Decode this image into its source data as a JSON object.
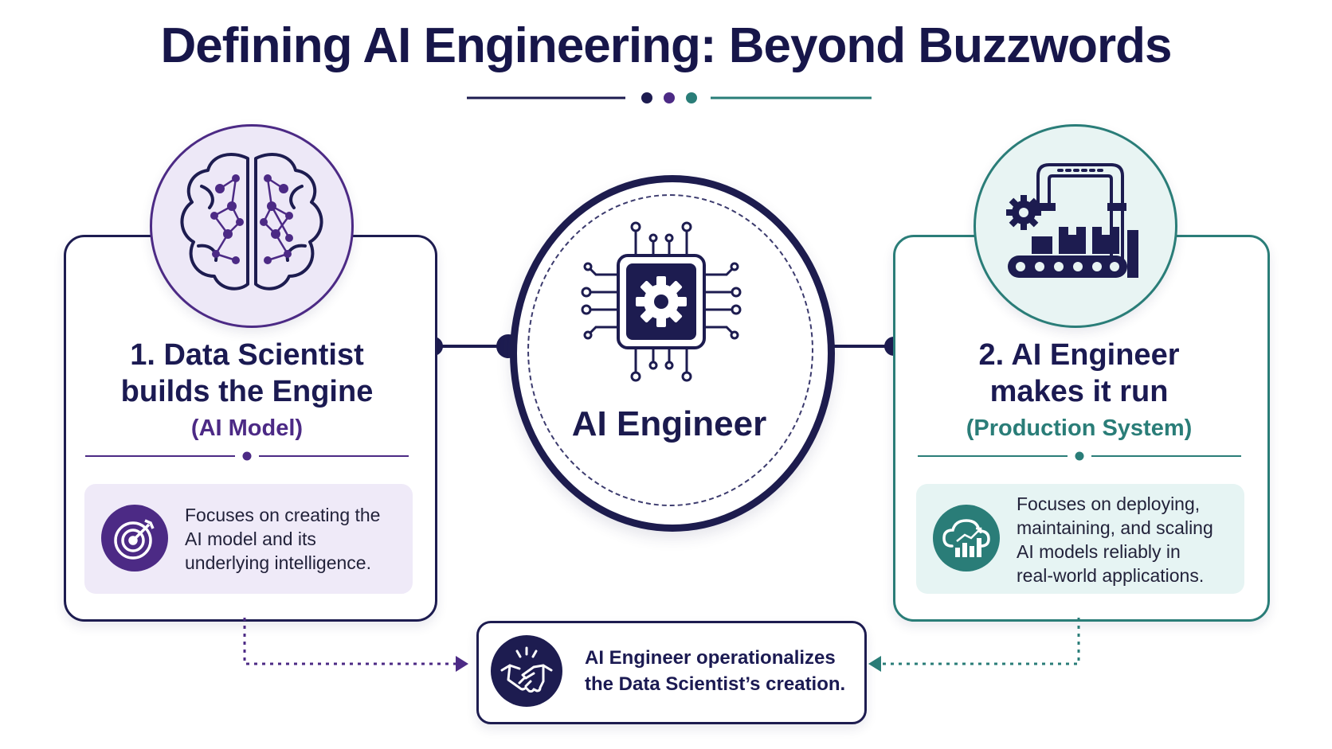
{
  "title": "Defining AI Engineering: Beyond Buzzwords",
  "left": {
    "heading_line1": "1. Data Scientist",
    "heading_line2": "builds the Engine",
    "subtitle": "(AI Model)",
    "description_lines": [
      "Focuses on creating the",
      "AI model and its",
      "underlying intelligence."
    ],
    "icon": "brain-network-icon",
    "badge_icon": "target-icon"
  },
  "center": {
    "label": "AI Engineer",
    "icon": "chip-gear-icon"
  },
  "right": {
    "heading_line1": "2. AI Engineer",
    "heading_line2": "makes it run",
    "subtitle": "(Production System)",
    "description_lines": [
      "Focuses on deploying,",
      "maintaining, and scaling",
      "AI models reliably in",
      "real-world applications."
    ],
    "icon": "factory-conveyor-icon",
    "badge_icon": "cloud-chart-icon"
  },
  "bottom": {
    "line1": "AI Engineer operationalizes",
    "line2": "the Data Scientist’s creation.",
    "icon": "handshake-icon"
  },
  "colors": {
    "navy": "#1d1c50",
    "purple": "#4c2a85",
    "purple_light": "#ede8f7",
    "teal": "#2a7d78",
    "teal_light": "#e6f4f3"
  }
}
